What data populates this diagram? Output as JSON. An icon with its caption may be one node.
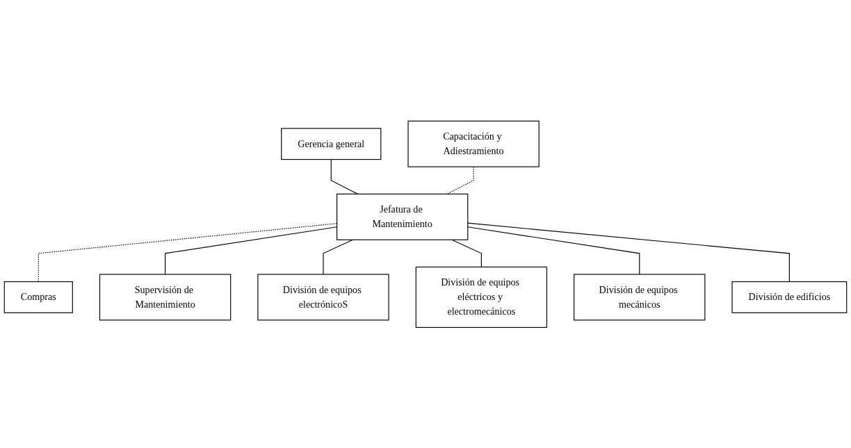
{
  "diagram": {
    "nodes": [
      {
        "text": [
          "Gerencia general"
        ]
      },
      {
        "text": [
          "Capacitación y Adiestramiento"
        ]
      },
      {
        "text": [
          "Jefatura de Mantenimiento"
        ]
      },
      {
        "text": [
          "Compras"
        ]
      },
      {
        "text": [
          "Supervisión de Mantenimiento"
        ]
      },
      {
        "text": [
          "División de equipos electrónicoS"
        ]
      },
      {
        "text": [
          "División de equipos eléctricos y electromecánicos"
        ]
      },
      {
        "text": [
          "División de equipos mecánicos"
        ]
      },
      {
        "text": [
          "División de edificios"
        ]
      }
    ],
    "edges": [
      {
        "from": 0,
        "to": 2,
        "arrow": "none"
      },
      {
        "from": 1,
        "to": 2,
        "arrow": "none",
        "style": "dashed"
      },
      {
        "from": 2,
        "to": 3,
        "arrow": "none",
        "style": "dashed"
      },
      {
        "from": 2,
        "to": 4,
        "arrow": "none"
      },
      {
        "from": 2,
        "to": 5,
        "arrow": "none"
      },
      {
        "from": 2,
        "to": 6,
        "arrow": "none"
      },
      {
        "from": 2,
        "to": 7,
        "arrow": "none"
      },
      {
        "from": 2,
        "to": 8,
        "arrow": "none"
      }
    ]
  }
}
